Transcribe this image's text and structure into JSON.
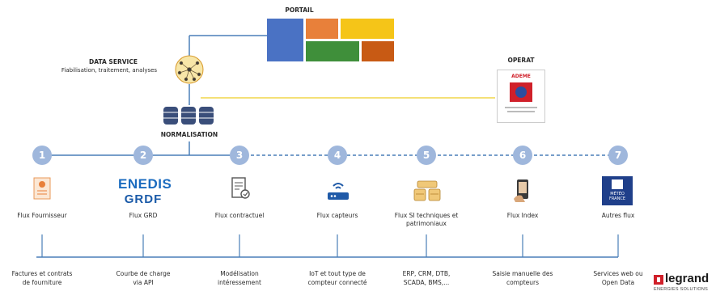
{
  "portal": {
    "label": "PORTAIL"
  },
  "data_service": {
    "title": "DATA SERVICE",
    "subtitle": "Fiabilisation, traitement, analyses"
  },
  "normalisation": {
    "label": "NORMALISATION"
  },
  "operat": {
    "label": "OPERAT",
    "logo_text": "ADEME"
  },
  "steps": [
    {
      "num": "1",
      "label": "Flux Fournisseur",
      "detail": [
        "Factures et contrats",
        "de fourniture"
      ],
      "icon": "invoice-icon"
    },
    {
      "num": "2",
      "label": "Flux GRD",
      "detail": [
        "Courbe de charge",
        "via API"
      ],
      "icon": "enedis-grdf-logo",
      "logo_top": "ENEDIS",
      "logo_bottom": "GRDF"
    },
    {
      "num": "3",
      "label": "Flux contractuel",
      "detail": [
        "Modélisation",
        "intéressement"
      ],
      "icon": "contract-icon"
    },
    {
      "num": "4",
      "label": "Flux capteurs",
      "detail": [
        "IoT et tout type de",
        "compteur connecté"
      ],
      "icon": "router-icon"
    },
    {
      "num": "5",
      "label": "Flux SI techniques et",
      "label2": "patrimoniaux",
      "detail": [
        "ERP, CRM, DTB,",
        "SCADA, BMS,..."
      ],
      "icon": "database-icon"
    },
    {
      "num": "6",
      "label": "Flux Index",
      "detail": [
        "Saisie manuelle des",
        "compteurs"
      ],
      "icon": "hand-meter-icon"
    },
    {
      "num": "7",
      "label": "Autres flux",
      "detail": [
        "Services web ou",
        "Open Data"
      ],
      "icon": "meteo-france-logo",
      "logo_text": "MÉTÉO FRANCE"
    }
  ],
  "brand": {
    "name": "legrand",
    "tagline": "ENERGIES SOLUTIONS"
  },
  "colors": {
    "circle": "#9fb7dc",
    "line": "#4a7fb8",
    "yellow_line": "#f0d64a",
    "portal_blue": "#4a72c4",
    "portal_orange": "#e8803a",
    "portal_yellow": "#f5c518",
    "portal_green": "#3f8f3a",
    "portal_dark_orange": "#c85a14",
    "legrand_red": "#d0202a"
  }
}
